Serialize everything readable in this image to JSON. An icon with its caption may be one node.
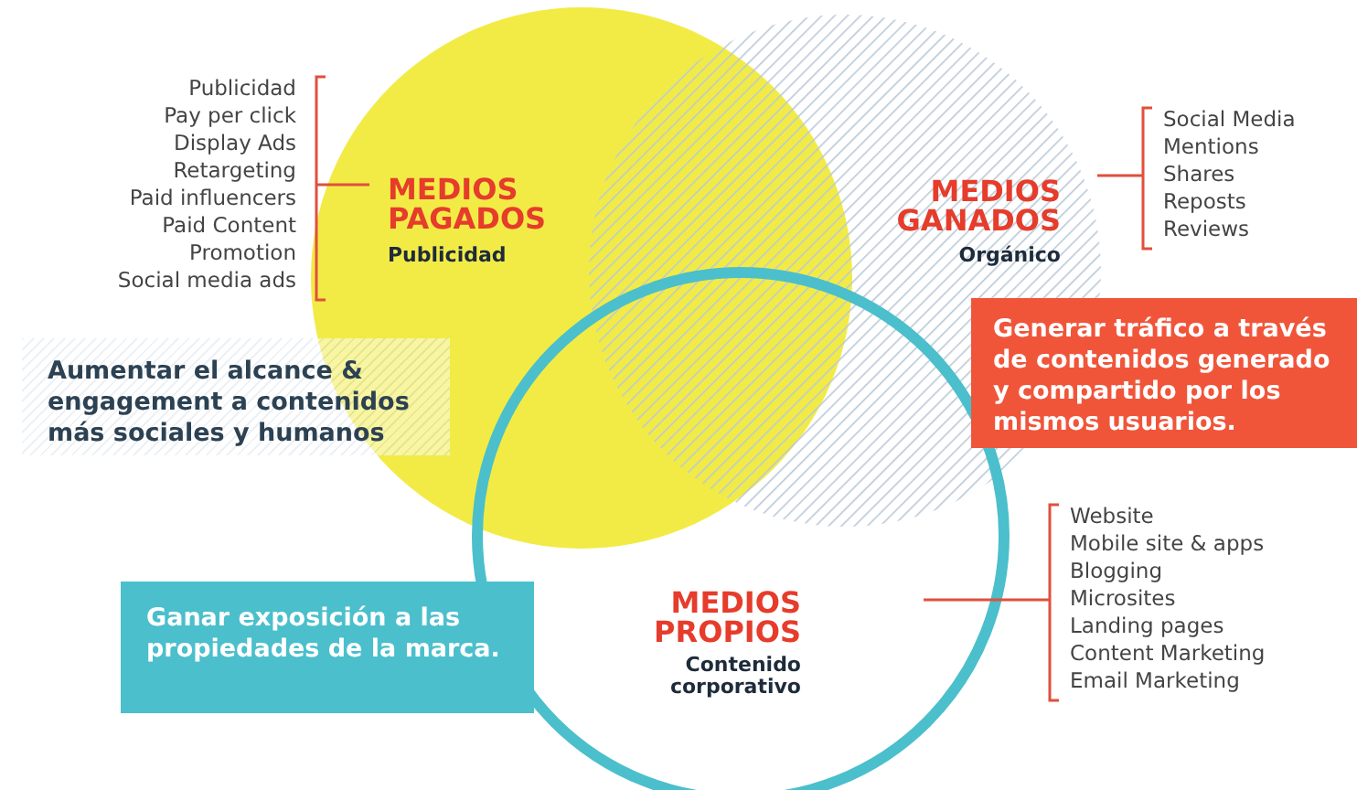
{
  "diagram": {
    "nodes": [
      {
        "text": [
          "MEDIOS PAGADOS",
          "Publicidad"
        ]
      },
      {
        "text": [
          "MEDIOS GANADOS",
          "Orgánico"
        ]
      },
      {
        "text": [
          "MEDIOS PROPIOS",
          "Contenido corporativo"
        ]
      },
      {
        "text": [
          "Publicidad",
          "Pay per click",
          "Display Ads",
          "Retargeting",
          "Paid influencers",
          "Paid Content",
          "Promotion",
          "Social media ads"
        ]
      },
      {
        "text": [
          "Social Media",
          "Mentions",
          "Shares",
          "Reposts",
          "Reviews"
        ]
      },
      {
        "text": [
          "Website",
          "Mobile site & apps",
          "Blogging",
          "Microsites",
          "Landing pages",
          "Content Marketing",
          "Email Marketing"
        ]
      },
      {
        "text": [
          "Aumentar el alcance & engagement a contenidos más sociales y humanos"
        ]
      },
      {
        "text": [
          "Generar tráfico a través de contenidos generado y compartido por los mismos usuarios."
        ]
      },
      {
        "text": [
          "Ganar exposición a las propiedades de la marca."
        ]
      }
    ],
    "edges": [
      {
        "from": 3,
        "to": 0,
        "arrow": "none"
      },
      {
        "from": 4,
        "to": 1,
        "arrow": "none"
      },
      {
        "from": 5,
        "to": 2,
        "arrow": "none"
      }
    ]
  }
}
